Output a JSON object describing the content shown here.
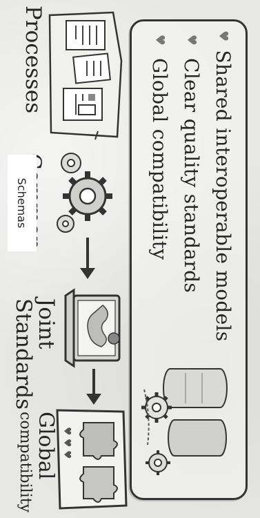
{
  "benefits": [
    {
      "icon": "heart-bullet-icon",
      "text": "Shared interoperable models"
    },
    {
      "icon": "heart-bullet-icon",
      "text": "Clear quality standards"
    },
    {
      "icon": "heart-bullet-icon",
      "text": "Global compatibility"
    }
  ],
  "flow": {
    "processes": "Processes",
    "common": "Common",
    "schemas": "Schemas",
    "joint_line1": "Joint",
    "joint_line2": "Standards",
    "global_line1": "Global",
    "global_line2": "compatibility"
  }
}
